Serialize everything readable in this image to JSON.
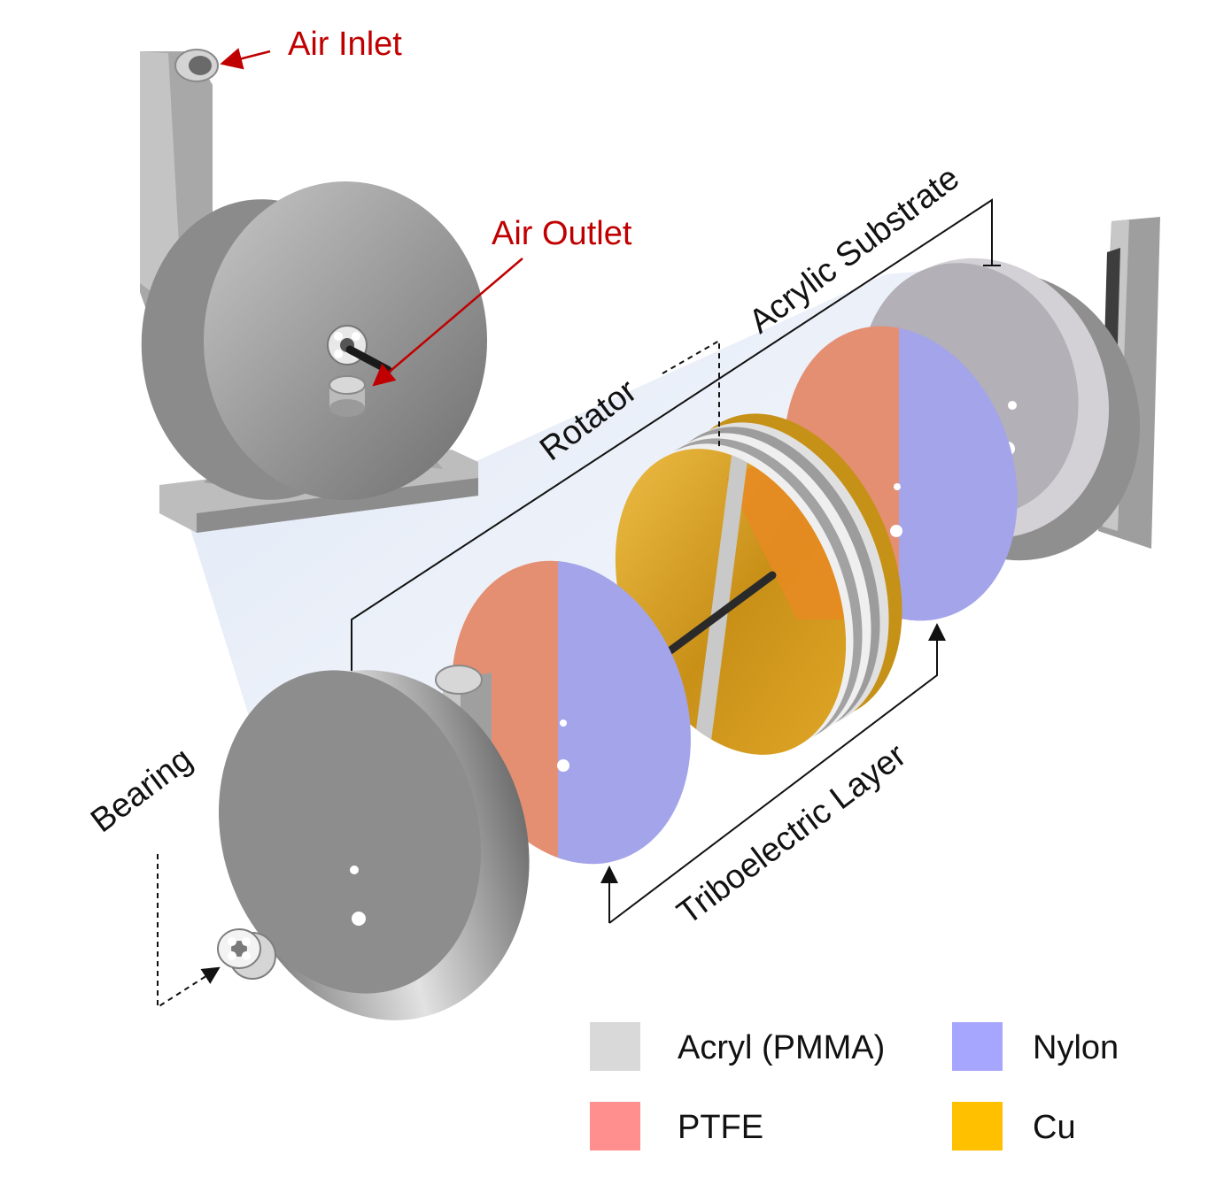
{
  "labels": {
    "air_inlet": "Air Inlet",
    "air_outlet": "Air Outlet",
    "acrylic_substrate": "Acrylic Substrate",
    "rotator": "Rotator",
    "bearing": "Bearing",
    "triboelectric_layer": "Triboelectric Layer"
  },
  "legend": [
    {
      "label": "Acryl (PMMA)",
      "color": "#d9d9d9"
    },
    {
      "label": "Nylon",
      "color": "#a6a6ff"
    },
    {
      "label": "PTFE",
      "color": "#ff8f8f"
    },
    {
      "label": "Cu",
      "color": "#ffc000"
    }
  ],
  "colors": {
    "callout_red": "#c00000",
    "housing_gray": "#a6a6a6",
    "ptfe": "#e58f72",
    "nylon": "#a0a0e6",
    "copper": "#d9a21c",
    "projection_blue": "#c9d6ee"
  },
  "icons": [
    "bearing-icon",
    "shaft-icon",
    "tube-icon"
  ]
}
